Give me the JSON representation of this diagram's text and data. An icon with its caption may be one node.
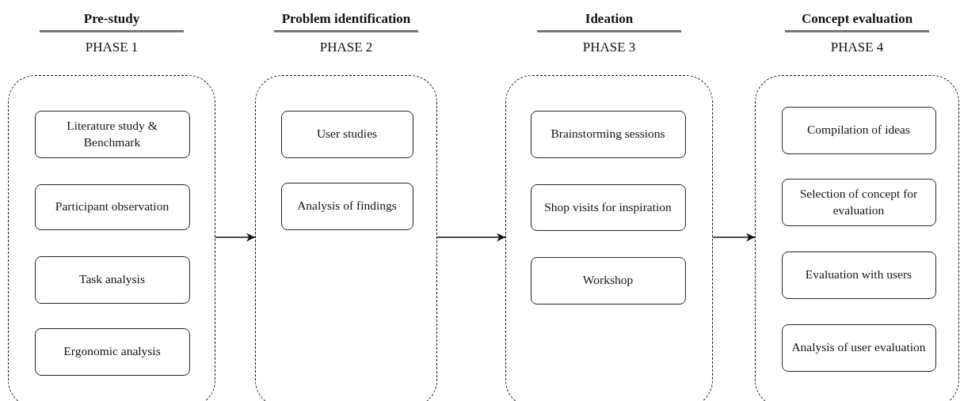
{
  "diagram": {
    "nodes": [
      {
        "text": [
          "Pre-study",
          "PHASE 1"
        ]
      },
      {
        "text": [
          "Literature study & Benchmark"
        ],
        "in": 0
      },
      {
        "text": [
          "Participant observation"
        ],
        "in": 0
      },
      {
        "text": [
          "Task analysis"
        ],
        "in": 0
      },
      {
        "text": [
          "Ergonomic analysis"
        ],
        "in": 0
      },
      {
        "text": [
          "Problem identification",
          "PHASE 2"
        ]
      },
      {
        "text": [
          "User studies"
        ],
        "in": 5
      },
      {
        "text": [
          "Analysis of findings"
        ],
        "in": 5
      },
      {
        "text": [
          "Ideation",
          "PHASE 3"
        ]
      },
      {
        "text": [
          "Brainstorming sessions"
        ],
        "in": 8
      },
      {
        "text": [
          "Shop visits for inspiration"
        ],
        "in": 8
      },
      {
        "text": [
          "Workshop"
        ],
        "in": 8
      },
      {
        "text": [
          "Concept evaluation",
          "PHASE 4"
        ]
      },
      {
        "text": [
          "Compilation of ideas"
        ],
        "in": 12
      },
      {
        "text": [
          "Selection of concept for evaluation"
        ],
        "in": 12
      },
      {
        "text": [
          "Evaluation with users"
        ],
        "in": 12
      },
      {
        "text": [
          "Analysis of user evaluation"
        ],
        "in": 12
      }
    ],
    "edges": [
      {
        "from": 0,
        "to": 5,
        "arrow": "to"
      },
      {
        "from": 5,
        "to": 8,
        "arrow": "to"
      },
      {
        "from": 8,
        "to": 12,
        "arrow": "to"
      }
    ]
  }
}
